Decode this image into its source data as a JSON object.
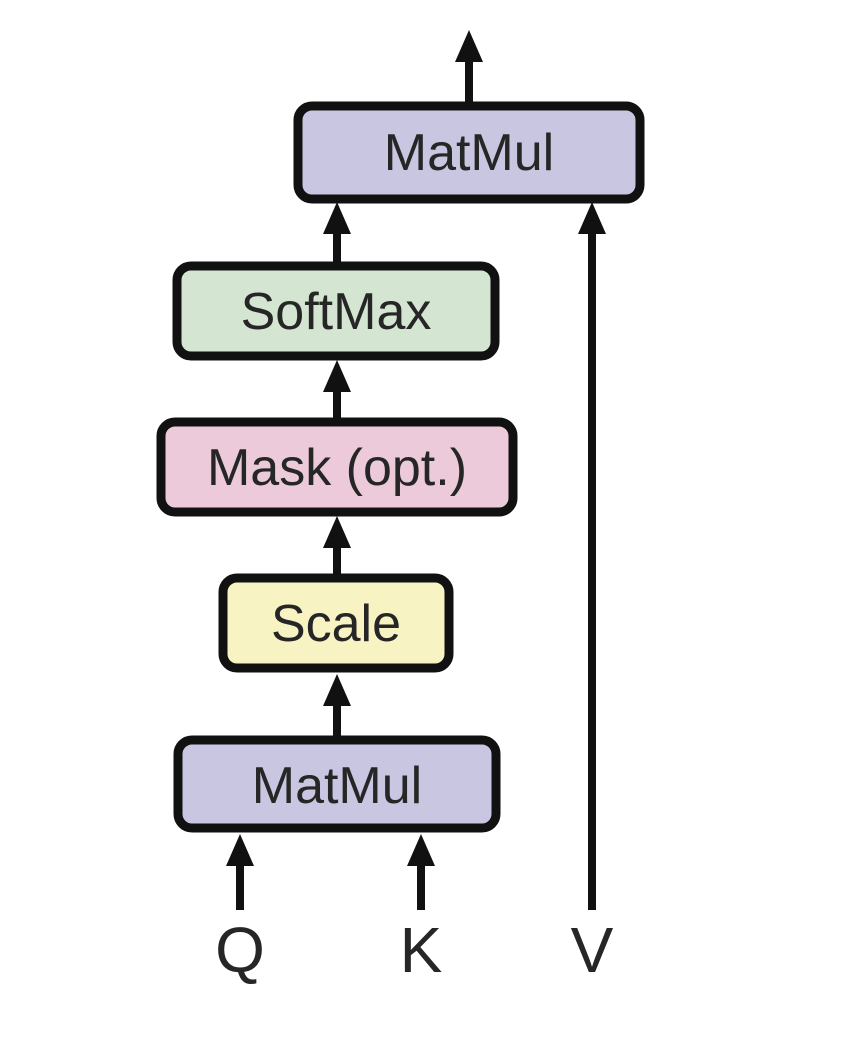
{
  "blocks": {
    "matmul_top": {
      "label": "MatMul",
      "color": "#c9c6e1"
    },
    "softmax": {
      "label": "SoftMax",
      "color": "#d4e6d2"
    },
    "mask": {
      "label": "Mask (opt.)",
      "color": "#eccad9"
    },
    "scale": {
      "label": "Scale",
      "color": "#f8f3c3"
    },
    "matmul_bottom": {
      "label": "MatMul",
      "color": "#c9c6e1"
    }
  },
  "inputs": {
    "q": "Q",
    "k": "K",
    "v": "V"
  }
}
